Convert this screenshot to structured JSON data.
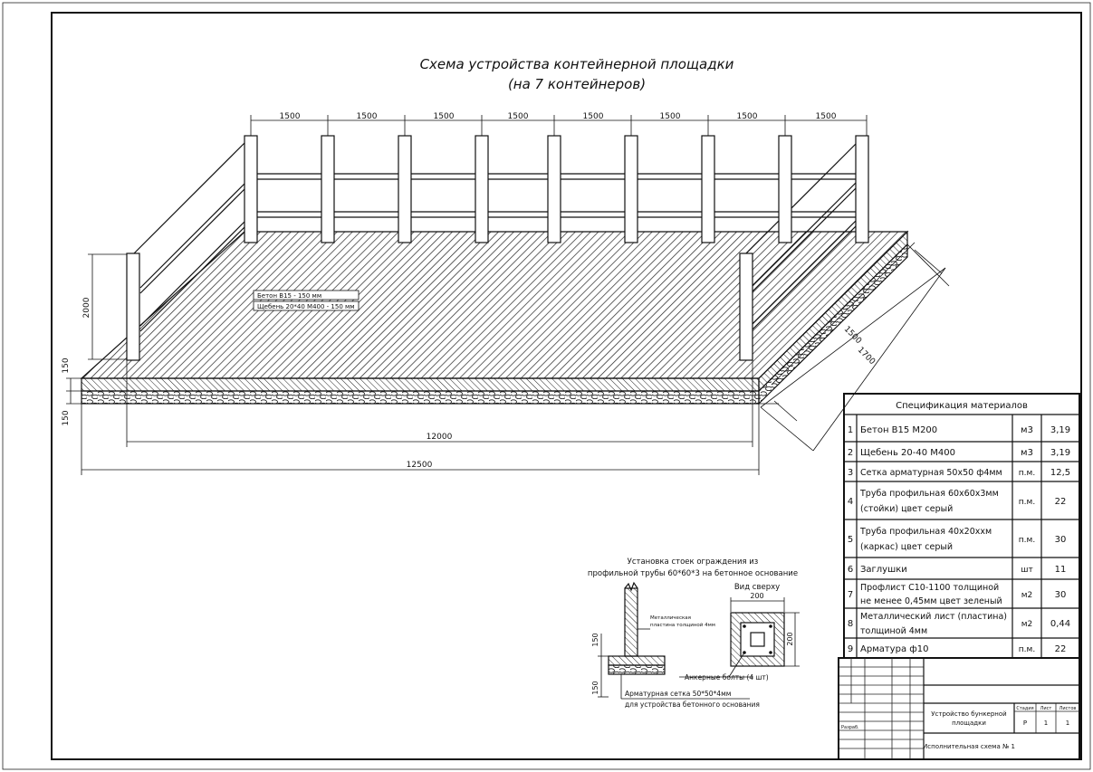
{
  "title": {
    "line1": "Схема устройства контейнерной площадки",
    "line2": "(на 7 контейнеров)"
  },
  "dimensions": {
    "spans": [
      "1500",
      "1500",
      "1500",
      "1500",
      "1500",
      "1500",
      "1500",
      "1500"
    ],
    "height_2000": "2000",
    "layer_150_top": "150",
    "layer_150_bottom": "150",
    "length_12000": "12000",
    "length_12500": "12500",
    "depth_1500": "1500",
    "depth_1700": "1700"
  },
  "slab_labels": {
    "concrete": "Бетон В15 - 150 мм",
    "gravel": "Щебень 20*40 М400 - 150 мм"
  },
  "detail": {
    "caption1": "Установка стоек ограждения из",
    "caption2": "профильной трубы 60*60*3 на бетонное основание",
    "top_view": "Вид сверху",
    "plate1": "Металлическая",
    "plate2": "пластина толщиной 4мм",
    "anchors": "Анкерные болты (4 шт)",
    "mesh1": "Арматурная сетка 50*50*4мм",
    "mesh2": "для устройства бетонного основания",
    "dim150a": "150",
    "dim150b": "150",
    "dim200a": "200",
    "dim200b": "200"
  },
  "spec": {
    "title": "Спецификация материалов",
    "rows": [
      {
        "n": "1",
        "name": [
          "Бетон В15 М200"
        ],
        "unit": "м3",
        "qty": "3,19"
      },
      {
        "n": "2",
        "name": [
          "Щебень 20-40 М400"
        ],
        "unit": "м3",
        "qty": "3,19"
      },
      {
        "n": "3",
        "name": [
          "Сетка арматурная 50х50 ф4мм"
        ],
        "unit": "п.м.",
        "qty": "12,5"
      },
      {
        "n": "4",
        "name": [
          "Труба профильная 60х60х3мм",
          "(стойки) цвет серый"
        ],
        "unit": "п.м.",
        "qty": "22"
      },
      {
        "n": "5",
        "name": [
          "Труба профильная 40х20ххм",
          "(каркас) цвет серый"
        ],
        "unit": "п.м.",
        "qty": "30"
      },
      {
        "n": "6",
        "name": [
          "Заглушки"
        ],
        "unit": "шт",
        "qty": "11"
      },
      {
        "n": "7",
        "name": [
          "Профлист С10-1100 толщиной",
          "не менее 0,45мм цвет зеленый"
        ],
        "unit": "м2",
        "qty": "30"
      },
      {
        "n": "8",
        "name": [
          "Металлический лист (пластина)",
          "толщиной 4мм"
        ],
        "unit": "м2",
        "qty": "0,44"
      },
      {
        "n": "9",
        "name": [
          "Арматура ф10"
        ],
        "unit": "п.м.",
        "qty": "22"
      }
    ]
  },
  "stamp": {
    "project1": "Устройство бункерной",
    "project2": "площадки",
    "stage_h": "Стадия",
    "sheet_h": "Лист",
    "sheets_h": "Листов",
    "stage": "Р",
    "sheet": "1",
    "sheets": "1",
    "developer": "Разраб.",
    "doc": "Исполнительная схема № 1"
  }
}
